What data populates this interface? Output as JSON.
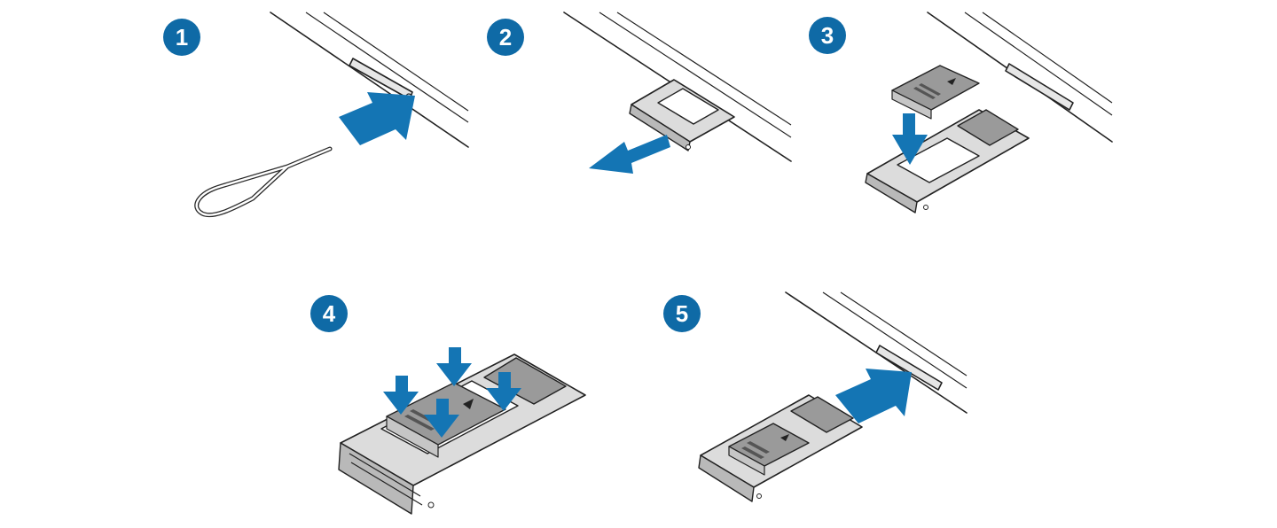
{
  "steps": [
    {
      "number": "1"
    },
    {
      "number": "2"
    },
    {
      "number": "3"
    },
    {
      "number": "4"
    },
    {
      "number": "5"
    }
  ],
  "colors": {
    "badge": "#0f6aa6",
    "arrow": "#1475b4",
    "outline": "#222222",
    "tray_fill": "#dcdcdc",
    "card_fill": "#9a9a9a"
  }
}
